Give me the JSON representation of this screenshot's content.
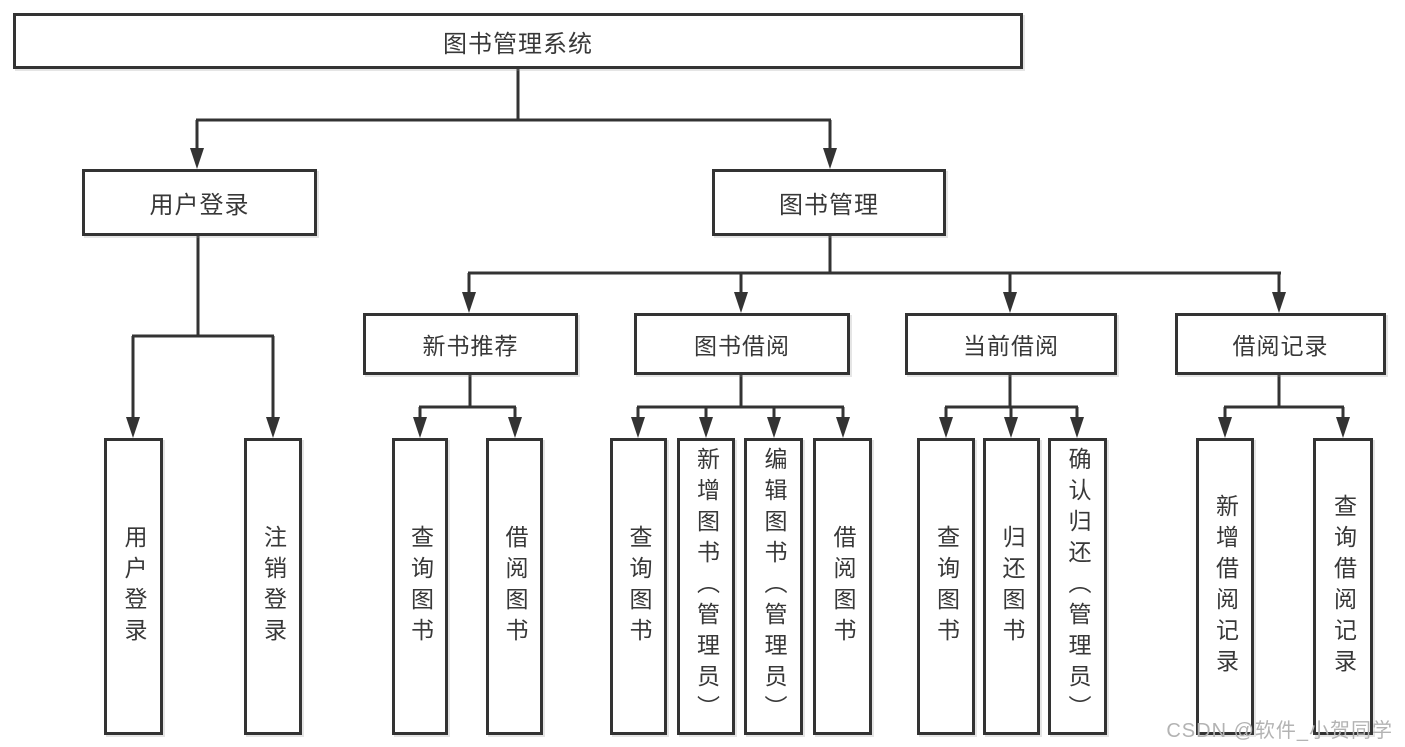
{
  "diagram": {
    "title": "图书管理系统",
    "tree": {
      "root": {
        "label": "图书管理系统"
      },
      "branches": [
        {
          "label": "用户登录",
          "children": [
            {
              "label": "用户登录"
            },
            {
              "label": "注销登录"
            }
          ]
        },
        {
          "label": "图书管理",
          "children": [
            {
              "label": "新书推荐",
              "children": [
                {
                  "label": "查询图书"
                },
                {
                  "label": "借阅图书"
                }
              ]
            },
            {
              "label": "图书借阅",
              "children": [
                {
                  "label": "查询图书"
                },
                {
                  "label": "新增图书（管理员）"
                },
                {
                  "label": "编辑图书（管理员）"
                },
                {
                  "label": "借阅图书"
                }
              ]
            },
            {
              "label": "当前借阅",
              "children": [
                {
                  "label": "查询图书"
                },
                {
                  "label": "归还图书"
                },
                {
                  "label": "确认归还（管理员）"
                }
              ]
            },
            {
              "label": "借阅记录",
              "children": [
                {
                  "label": "新增借阅记录"
                },
                {
                  "label": "查询借阅记录"
                }
              ]
            }
          ]
        }
      ]
    },
    "colors": {
      "line": "#333333",
      "box_border": "#333333",
      "text": "#383838",
      "background": "#ffffff",
      "watermark": "#b3b3b3"
    }
  },
  "watermark": {
    "text": "CSDN @软件_小贺同学"
  }
}
